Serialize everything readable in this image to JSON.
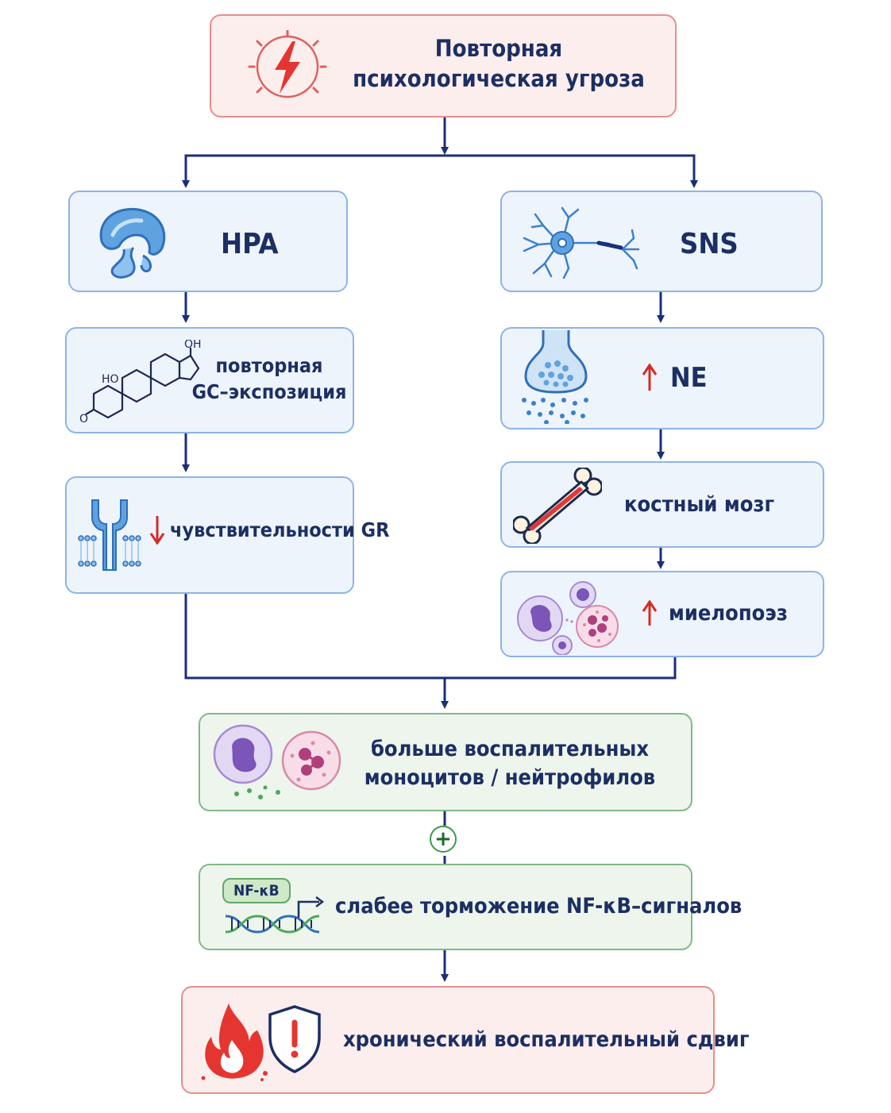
{
  "top": {
    "line1": "Повторная",
    "line2": "психологическая угроза"
  },
  "left": {
    "hpa": "HPA",
    "gc_line1": "повторная",
    "gc_line2": "GC–экспозиция",
    "gr": "чувствительности GR",
    "steroid_oh": "OH",
    "steroid_ho": "HO",
    "steroid_o": "O"
  },
  "right": {
    "sns": "SNS",
    "ne": "NE",
    "bone_marrow": "костный мозг",
    "myelopoiesis": "миелопоэз"
  },
  "merge": {
    "cells_line1": "больше воспалительных",
    "cells_line2": "моноцитов / нейтрофилов",
    "plus": "+",
    "nfkb_badge": "NF-κB",
    "nfkb_text": "слабее торможение NF-κB–сигналов"
  },
  "bottom": {
    "label": "хронический воспалительный сдвиг"
  },
  "colors": {
    "connector": "#1a2f7a",
    "red_border": "#e68e8c",
    "blue_border": "#8db5e6",
    "green_border": "#7fb98a",
    "text": "#1c2f63",
    "up_down_arrow": "#d52b25"
  }
}
